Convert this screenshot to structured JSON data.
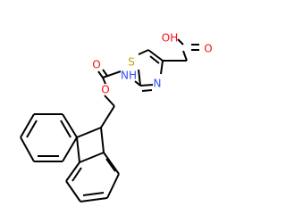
{
  "molecule": {
    "bond_color": "#000000",
    "atoms": {
      "o_fmoc": {
        "text": "O",
        "element": "O",
        "color": "#ff0d0d"
      },
      "o_carbonyl": {
        "text": "O",
        "element": "O",
        "color": "#ff0d0d"
      },
      "nh": {
        "text": "NH",
        "element": "N",
        "color": "#3050f8"
      },
      "s": {
        "text": "S",
        "element": "S",
        "color": "#c8a000"
      },
      "n_ring": {
        "text": "N",
        "element": "N",
        "color": "#3050f8"
      },
      "oh": {
        "text": "OH",
        "element": "O",
        "color": "#ff0d0d"
      },
      "o_acid": {
        "text": "O",
        "element": "O",
        "color": "#ff0d0d"
      }
    }
  }
}
